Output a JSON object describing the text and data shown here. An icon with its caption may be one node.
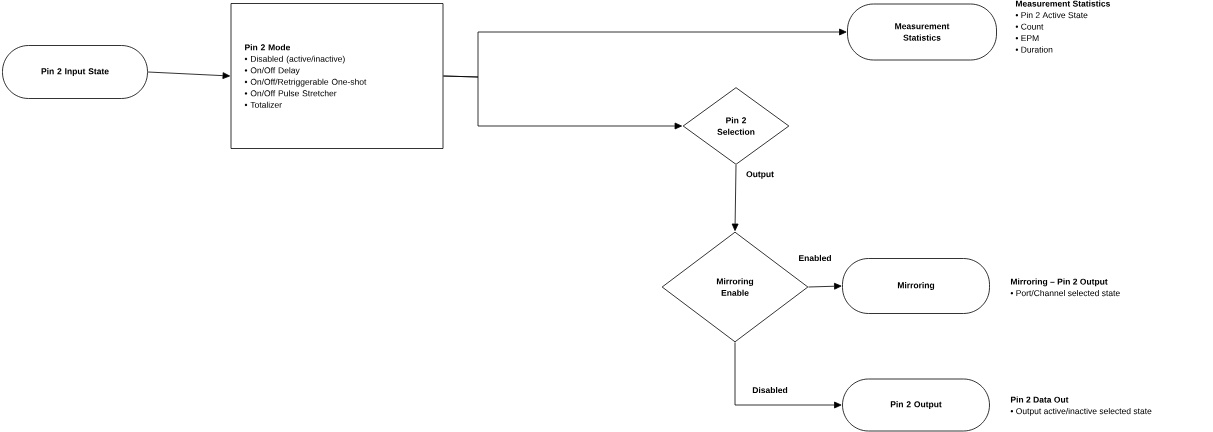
{
  "diagram": {
    "nodes": [
      {
        "text": [
          "Pin 2 Input State"
        ]
      },
      {
        "text": [
          "Pin 2 Mode",
          "• Disabled (active/inactive)",
          "• On/Off Delay",
          "• On/Off/Retriggerable One-shot",
          "• On/Off Pulse Stretcher",
          "• Totalizer"
        ]
      },
      {
        "text": [
          "Measurement Statistics"
        ],
        "beside": [
          "Measurement Statistics",
          "• Pin 2 Active State",
          "• Count",
          "• EPM",
          "• Duration"
        ]
      },
      {
        "text": [
          "Pin 2 Selection"
        ]
      },
      {
        "text": [
          "Mirroring Enable"
        ]
      },
      {
        "text": [
          "Mirroring"
        ],
        "beside": [
          "Mirroring – Pin 2 Output",
          "• Port/Channel selected state"
        ]
      },
      {
        "text": [
          "Pin 2 Output"
        ],
        "beside": [
          "Pin 2 Data Out",
          "• Output active/inactive selected state"
        ]
      }
    ],
    "edges": [
      {
        "from": 0,
        "to": 1,
        "arrow": "to"
      },
      {
        "from": 1,
        "to": 2,
        "arrow": "to"
      },
      {
        "from": 1,
        "to": 3,
        "arrow": "to"
      },
      {
        "from": 3,
        "to": 4,
        "arrow": "to",
        "label": "Output"
      },
      {
        "from": 4,
        "to": 5,
        "arrow": "to",
        "label": "Enabled"
      },
      {
        "from": 4,
        "to": 6,
        "arrow": "to",
        "label": "Disabled"
      }
    ]
  }
}
